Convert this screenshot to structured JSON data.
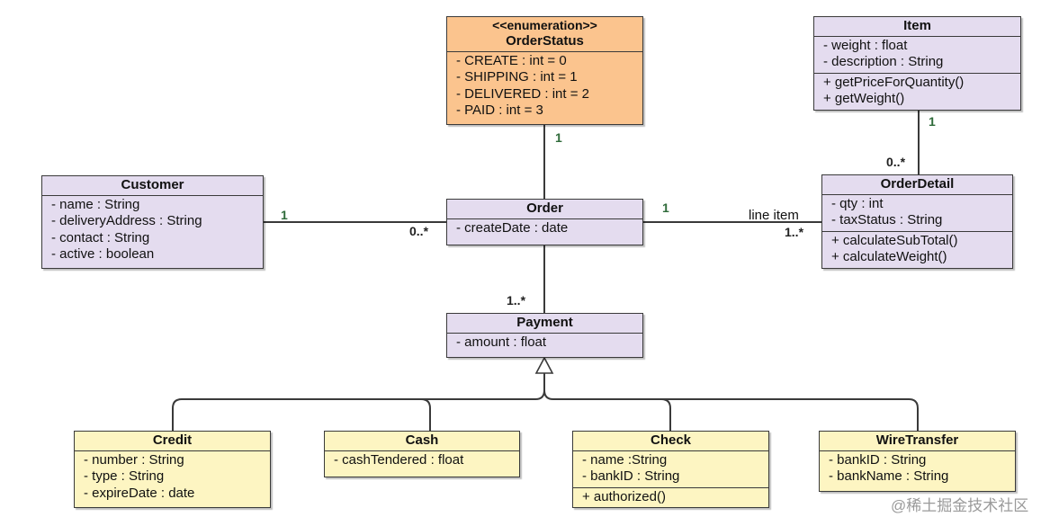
{
  "classes": {
    "order_status": {
      "stereotype": "<<enumeration>>",
      "name": "OrderStatus",
      "attributes": [
        "- CREATE : int  = 0",
        "- SHIPPING : int = 1",
        "- DELIVERED : int = 2",
        "- PAID : int = 3"
      ]
    },
    "item": {
      "name": "Item",
      "attributes": [
        "- weight : float",
        "- description : String"
      ],
      "operations": [
        "+ getPriceForQuantity()",
        "+ getWeight()"
      ]
    },
    "customer": {
      "name": "Customer",
      "attributes": [
        "- name : String",
        "- deliveryAddress : String",
        "- contact : String",
        "- active : boolean"
      ]
    },
    "order": {
      "name": "Order",
      "attributes": [
        "- createDate : date"
      ]
    },
    "order_detail": {
      "name": "OrderDetail",
      "attributes": [
        "- qty : int",
        "- taxStatus : String"
      ],
      "operations": [
        "+ calculateSubTotal()",
        "+ calculateWeight()"
      ]
    },
    "payment": {
      "name": "Payment",
      "attributes": [
        "- amount : float"
      ]
    },
    "credit": {
      "name": "Credit",
      "attributes": [
        "- number : String",
        "- type : String",
        "- expireDate : date"
      ]
    },
    "cash": {
      "name": "Cash",
      "attributes": [
        "- cashTendered : float"
      ]
    },
    "check": {
      "name": "Check",
      "attributes": [
        "- name :String",
        "- bankID : String"
      ],
      "operations": [
        "+ authorized()"
      ]
    },
    "wire_transfer": {
      "name": "WireTransfer",
      "attributes": [
        "- bankID : String",
        "- bankName : String"
      ]
    }
  },
  "multiplicities": {
    "orderstatus_order": "1",
    "item_orderdetail_item": "1",
    "item_orderdetail_detail": "0..*",
    "customer_order_customer": "1",
    "customer_order_order": "0..*",
    "order_orderdetail_order": "1",
    "order_orderdetail_detail": "1..*",
    "order_payment": "1..*"
  },
  "association_labels": {
    "order_orderdetail": "line item"
  },
  "watermark": "@稀土掘金技术社区",
  "colors": {
    "class_fill_default": "#e4dcef",
    "class_fill_enumeration": "#fbc48e",
    "class_fill_subclass": "#fdf5c2",
    "line": "#3a3a3a",
    "multiplicity_text": "#2f6b3a"
  }
}
